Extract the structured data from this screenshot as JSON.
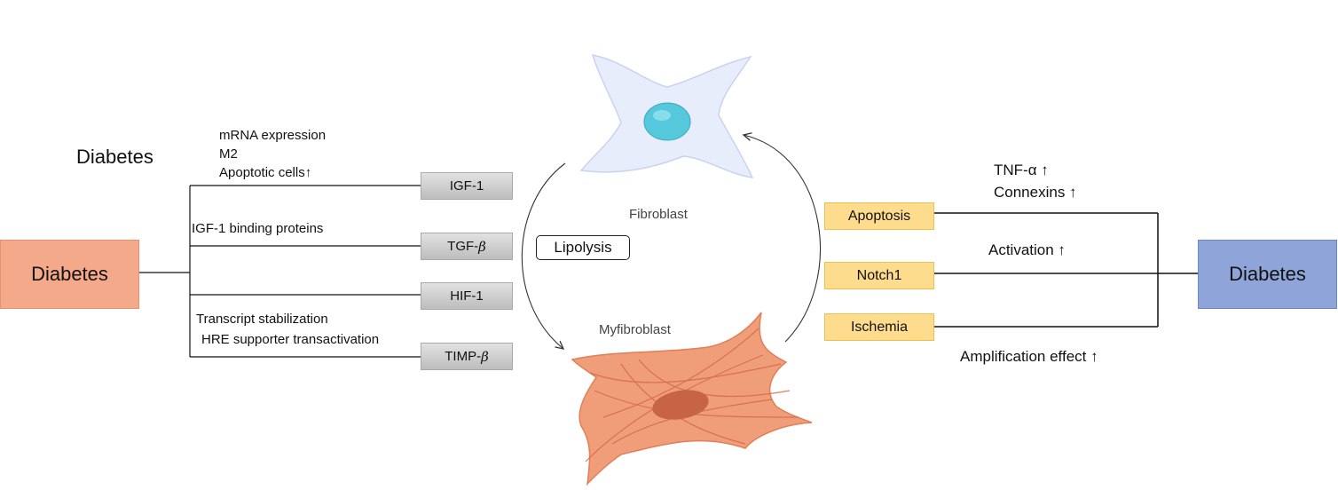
{
  "left": {
    "diabetes_box": "Diabetes",
    "diabetes_title": "Diabetes",
    "igf1_notes": [
      "mRNA expression",
      "M2",
      "Apoptotic cells↑"
    ],
    "igf1_binding": "IGF-1 binding proteins",
    "hif_notes": [
      "Transcript stabilization",
      "HRE supporter transactivation"
    ],
    "factors": [
      "IGF-1",
      "TGF-",
      "HIF-1",
      "TIMP-"
    ],
    "beta_symbol": "β"
  },
  "center": {
    "fibroblast": "Fibroblast",
    "myofibroblast": "Myfibroblast",
    "lipolysis": "Lipolysis"
  },
  "right": {
    "diabetes_box": "Diabetes",
    "items": [
      "Apoptosis",
      "Notch1",
      "Ischemia"
    ],
    "apoptosis_notes": [
      "TNF-α ↑",
      "Connexins ↑"
    ],
    "activation": "Activation ↑",
    "amplification": "Amplification effect ↑"
  },
  "colors": {
    "left_diabetes": "#f4a98a",
    "right_diabetes": "#8fa4d8",
    "factor_box": "#d0d0d0",
    "mechanism_box": "#fddc8e",
    "fibroblast": "#e6ecfb",
    "nucleus": "#4fc6d9",
    "myofibroblast": "#ef9f7e"
  }
}
